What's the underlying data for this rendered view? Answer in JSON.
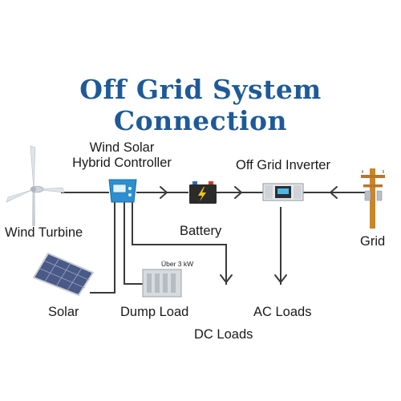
{
  "title": "Off Grid System Connection",
  "labels": {
    "controller_line1": "Wind Solar",
    "controller_line2": "Hybrid Controller",
    "inverter": "Off Grid Inverter",
    "wind_turbine": "Wind Turbine",
    "battery": "Battery",
    "grid": "Grid",
    "solar": "Solar",
    "dump_load": "Dump Load",
    "dump_load_rating": "Über 3 kW",
    "ac_loads": "AC Loads",
    "dc_loads": "DC Loads"
  },
  "colors": {
    "title": "#1f5a98",
    "line": "#3a3a3a",
    "controller": "#2d8fd0",
    "battery_terminal_neg": "#2f6db5",
    "battery_terminal_pos": "#d23a2a",
    "pole": "#c9862b"
  },
  "icons": [
    "wind-turbine-icon",
    "controller-icon",
    "battery-icon",
    "inverter-icon",
    "utility-pole-icon",
    "solar-panel-icon",
    "dump-load-icon"
  ]
}
